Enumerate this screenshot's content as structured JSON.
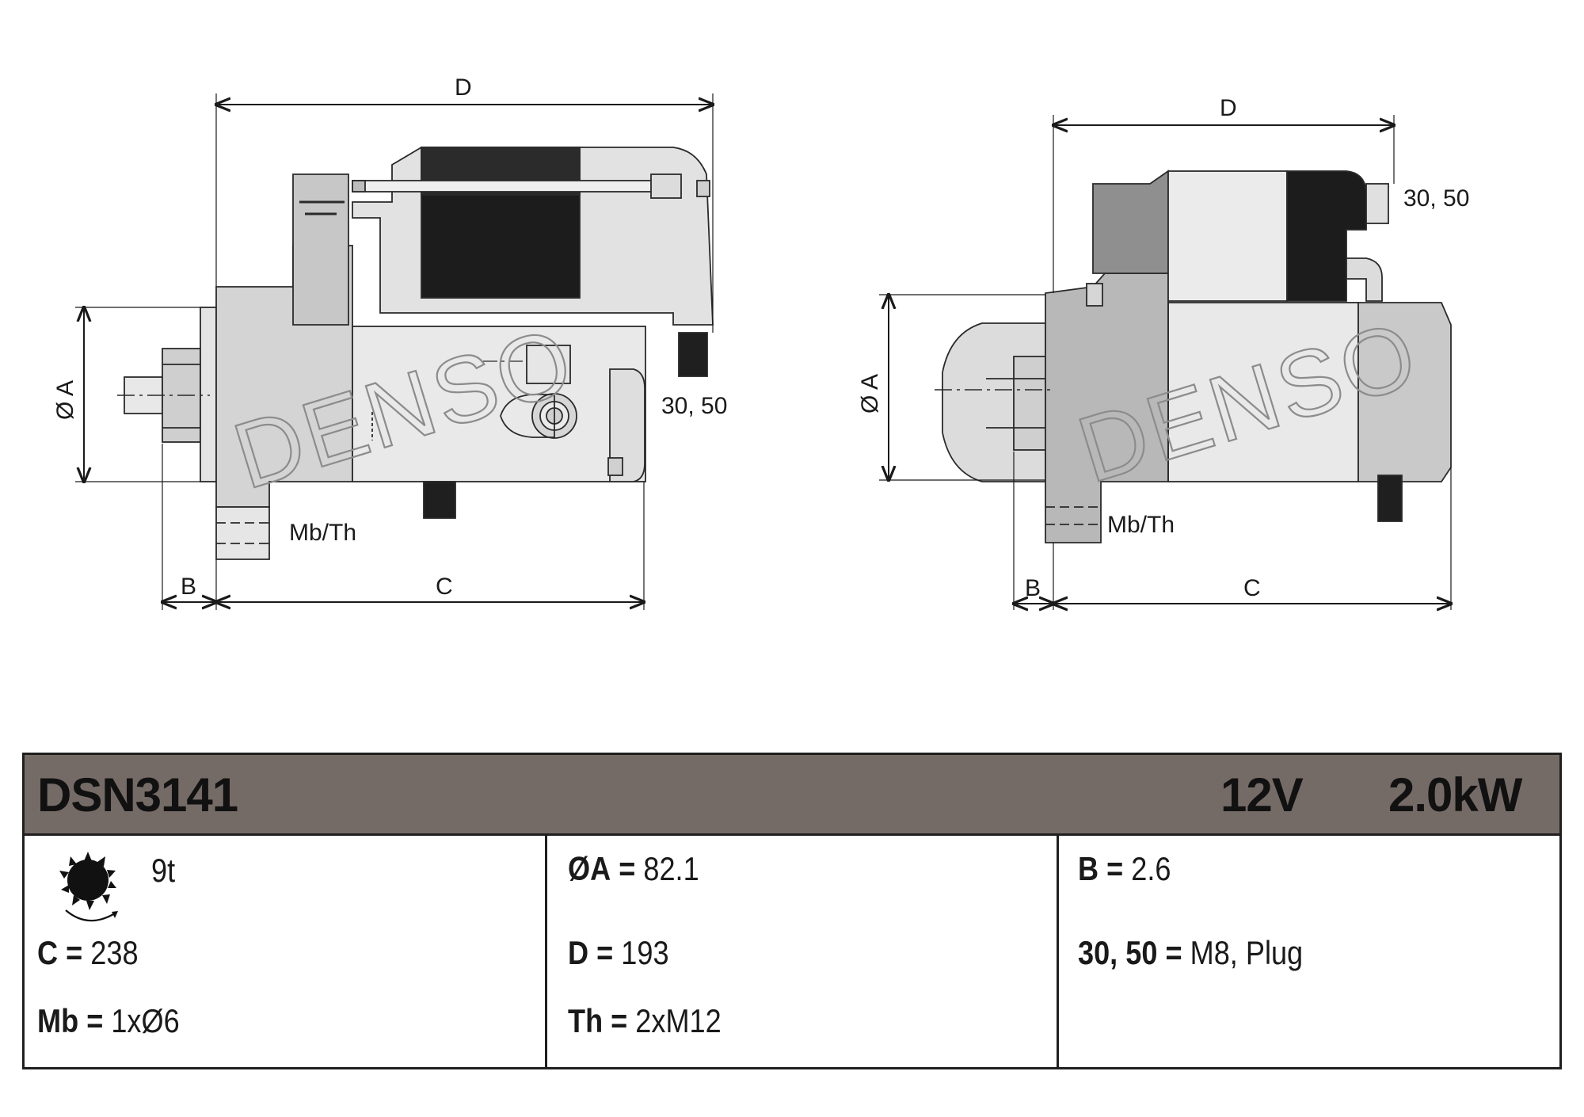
{
  "drawing": {
    "watermark": "DENSO",
    "left_view": {
      "label_d": "D",
      "label_a": "Ø A",
      "label_b": "B",
      "label_c": "C",
      "label_terminal": "30, 50",
      "label_mount": "Mb/Th"
    },
    "right_view": {
      "label_d": "D",
      "label_a": "Ø A",
      "label_b": "B",
      "label_c": "C",
      "label_terminal": "30, 50",
      "label_mount": "Mb/Th"
    }
  },
  "spec_table": {
    "part_number": "DSN3141",
    "voltage": "12V",
    "power": "2.0kW",
    "teeth": "9t",
    "specs": {
      "c_label": "C",
      "c_value": "238",
      "mb_label": "Mb",
      "mb_value": "1xØ6",
      "a_label": "ØA",
      "a_value": "82.1",
      "d_label": "D",
      "d_value": "193",
      "th_label": "Th",
      "th_value": "2xM12",
      "b_label": "B",
      "b_value": "2.6",
      "t_label": "30, 50",
      "t_value": "M8, Plug",
      "equals": "="
    }
  },
  "colors": {
    "header_bg": "#756b66",
    "body_light": "#e6e6e6",
    "body_mid": "#c9c9c9",
    "body_dark": "#9a9a9a",
    "solenoid_black": "#1c1c1c"
  }
}
